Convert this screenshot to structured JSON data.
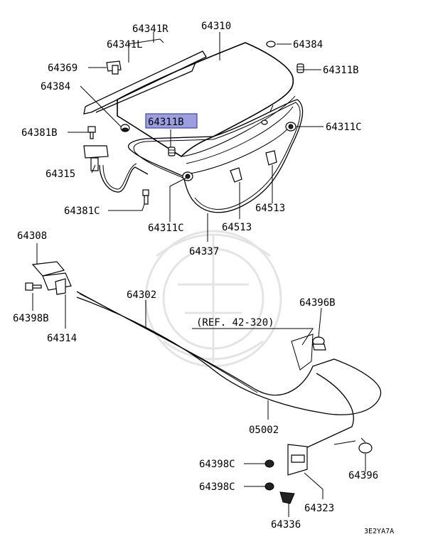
{
  "labels": {
    "p64341R": "64341R",
    "p64341L": "64341L",
    "p64310": "64310",
    "p64384a": "64384",
    "p64311B_right": "64311B",
    "p64369": "64369",
    "p64384b": "64384",
    "p64311B_hl": "64311B",
    "p64311C_right": "64311C",
    "p64381B": "64381B",
    "p64315": "64315",
    "p64381C": "64381C",
    "p64513_right": "64513",
    "p64311C_bottom": "64311C",
    "p64513_mid": "64513",
    "p64337": "64337",
    "p64308": "64308",
    "p64302": "64302",
    "p64396B": "64396B",
    "p64398B": "64398B",
    "p64314": "64314",
    "ref": "(REF. 42-320)",
    "p05002": "05002",
    "p64396": "64396",
    "p64398C_a": "64398C",
    "p64398C_b": "64398C",
    "p64323": "64323",
    "p64336": "64336"
  },
  "diagram_code": "3E2YA7A",
  "colors": {
    "highlight_fill": "#9b9fe0",
    "highlight_stroke": "#3e44a8",
    "watermark": "#e4e4e4"
  }
}
